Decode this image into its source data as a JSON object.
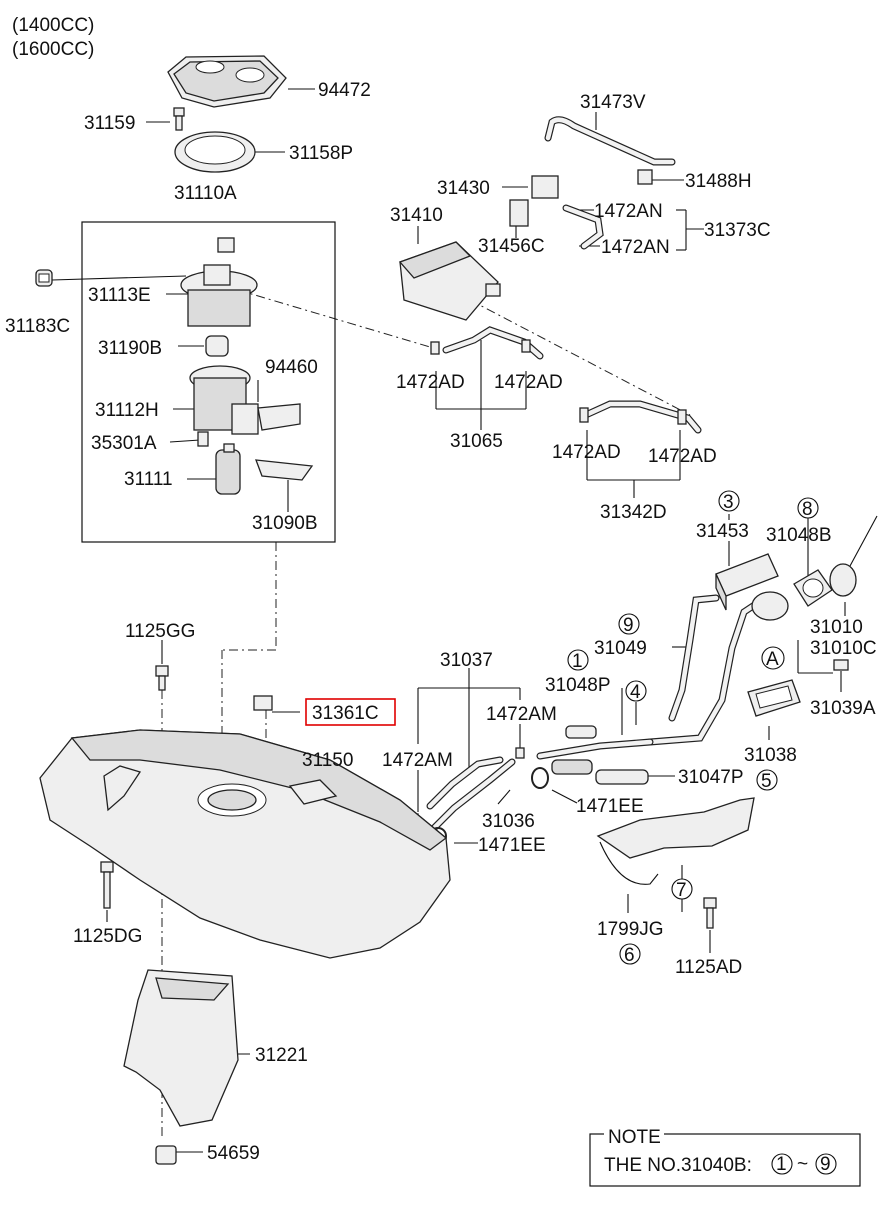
{
  "header": {
    "engine_1": "(1400CC)",
    "engine_2": "(1600CC)"
  },
  "parts": {
    "p94472": "94472",
    "p31159": "31159",
    "p31158P": "31158P",
    "p31110A": "31110A",
    "p31183C": "31183C",
    "p31113E": "31113E",
    "p31190B": "31190B",
    "p94460": "94460",
    "p31112H": "31112H",
    "p35301A": "35301A",
    "p31111": "31111",
    "p31090B": "31090B",
    "p31473V": "31473V",
    "p31430": "31430",
    "p31488H": "31488H",
    "p31410": "31410",
    "p1472AN_a": "1472AN",
    "p1472AN_b": "1472AN",
    "p31456C": "31456C",
    "p31373C": "31373C",
    "p1472AD_a": "1472AD",
    "p1472AD_b": "1472AD",
    "p31065": "31065",
    "p1472AD_c": "1472AD",
    "p1472AD_d": "1472AD",
    "p31342D": "31342D",
    "p31453": "31453",
    "p31048B": "31048B",
    "p31010": "31010",
    "p31010C": "31010C",
    "p31049": "31049",
    "p31048P": "31048P",
    "p1125GG": "1125GG",
    "p31037": "31037",
    "p31361C": "31361C",
    "p1472AM_a": "1472AM",
    "p1472AM_b": "1472AM",
    "p31039A": "31039A",
    "p31038": "31038",
    "p31150": "31150",
    "p31047P": "31047P",
    "p1471EE_a": "1471EE",
    "p31036": "31036",
    "p1471EE_b": "1471EE",
    "p1125DG": "1125DG",
    "p1799JG": "1799JG",
    "p1125AD": "1125AD",
    "p31221": "31221",
    "p54659": "54659"
  },
  "callouts": {
    "c3": "3",
    "c8": "8",
    "c9": "9",
    "c1": "1",
    "c4": "4",
    "cA": "A",
    "c5": "5",
    "c7": "7",
    "c6": "6"
  },
  "note": {
    "title": "NOTE",
    "text": "THE NO.31040B:",
    "range_start": "1",
    "range_sep": "~",
    "range_end": "9"
  },
  "highlight": {
    "part": "31361C",
    "color": "#e00000"
  }
}
